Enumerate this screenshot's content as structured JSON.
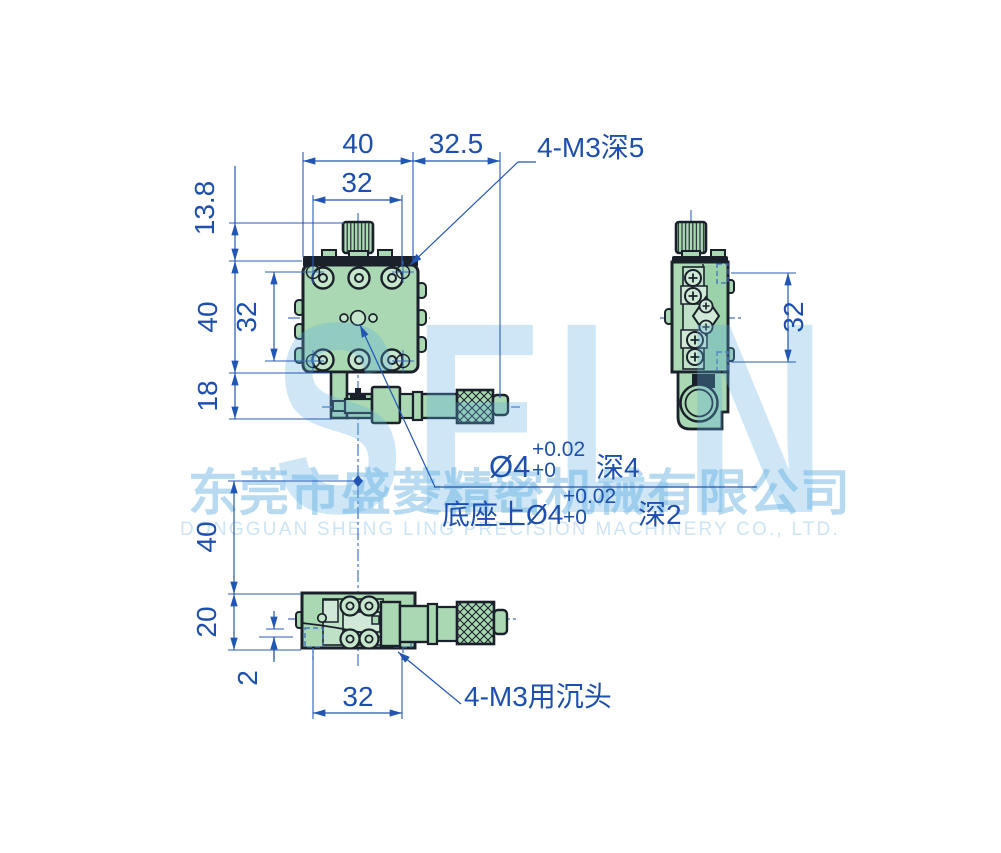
{
  "watermark": {
    "brand": "SELN",
    "company_cn": "东莞市盛菱精密机械有限公司",
    "company_en": "DONGGUAN SHENG LING PRECISION MACHINERY CO., LTD."
  },
  "annotations": {
    "m3_top": "4-M3深5",
    "m3_bottom": "4-M3用沉头",
    "hole_top": {
      "dia": "Ø4",
      "tol_sup": "+0.02",
      "tol_sub": "+0",
      "depth": "深4"
    },
    "hole_bottom": {
      "dia": "底座上Ø4",
      "tol_sup": "+0.02",
      "tol_sub": "+0",
      "depth": "深2"
    }
  },
  "dimensions": {
    "front_width": "40",
    "front_to_mic": "32.5",
    "front_hole_span_h": "32",
    "front_knob_h": "13.8",
    "front_height": "40",
    "front_hole_span_v": "32",
    "front_base_h": "18",
    "side_hole_span": "32",
    "bottom_gap": "40",
    "bottom_height": "20",
    "bottom_offset": "2",
    "bottom_hole_span": "32"
  },
  "colors": {
    "dimension_blue": "#1d4fae",
    "line_blue": "#2156b5",
    "outline_dark": "#1b212b",
    "body_green": "#a9d8b2",
    "panel_green": "#bfe2c6",
    "light_green": "#cfe9d6",
    "watermark_blue": "#5fb0e2",
    "watermark_text_blue": "#b7daf1"
  }
}
